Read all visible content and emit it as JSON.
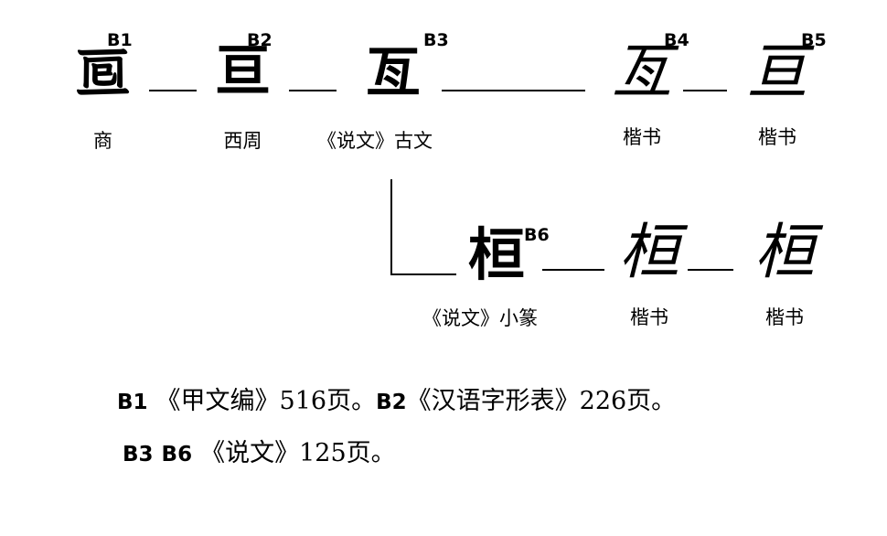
{
  "figure": {
    "type": "chinese-character-evolution-chart",
    "headword": "亘",
    "row1": [
      {
        "id": "B1",
        "glyph": "𠄢",
        "glyph_fallback": "亙",
        "caption": "商",
        "script": "oracle-bone",
        "tag": "B1"
      },
      {
        "id": "B2",
        "glyph": "亘",
        "glyph_fallback": "亘",
        "caption": "西周",
        "script": "bronze",
        "tag": "B2"
      },
      {
        "id": "B3",
        "glyph": "亙",
        "glyph_fallback": "亙",
        "caption": "《说文》古文",
        "script": "shuowen-ancient",
        "tag": "B3"
      },
      {
        "id": "B4",
        "glyph": "亙",
        "glyph_fallback": "亙",
        "caption": "楷书",
        "script": "regular",
        "tag": "B4"
      },
      {
        "id": "B5",
        "glyph": "亘",
        "glyph_fallback": "亘",
        "caption": "楷书",
        "script": "regular",
        "tag": "B5"
      }
    ],
    "row2": [
      {
        "id": "B6",
        "glyph": "桓",
        "glyph_fallback": "桓",
        "caption": "《说文》小篆",
        "script": "shuowen-seal",
        "tag": "B6"
      },
      {
        "id": "B7",
        "glyph": "桓",
        "glyph_fallback": "桓",
        "caption": "楷书",
        "script": "regular",
        "tag": ""
      },
      {
        "id": "B8",
        "glyph": "桓",
        "glyph_fallback": "桓",
        "caption": "楷书",
        "script": "regular",
        "tag": ""
      }
    ]
  },
  "notes": {
    "line1": {
      "tag_a": "B1",
      "text_a": "《甲文编》516页。",
      "tag_b": "B2",
      "text_b": "《汉语字形表》226页。"
    },
    "line2": {
      "tag_a": "B3",
      "tag_b": "B6",
      "text": "《说文》125页。"
    }
  },
  "colors": {
    "ink": "#000000",
    "background": "#ffffff"
  }
}
